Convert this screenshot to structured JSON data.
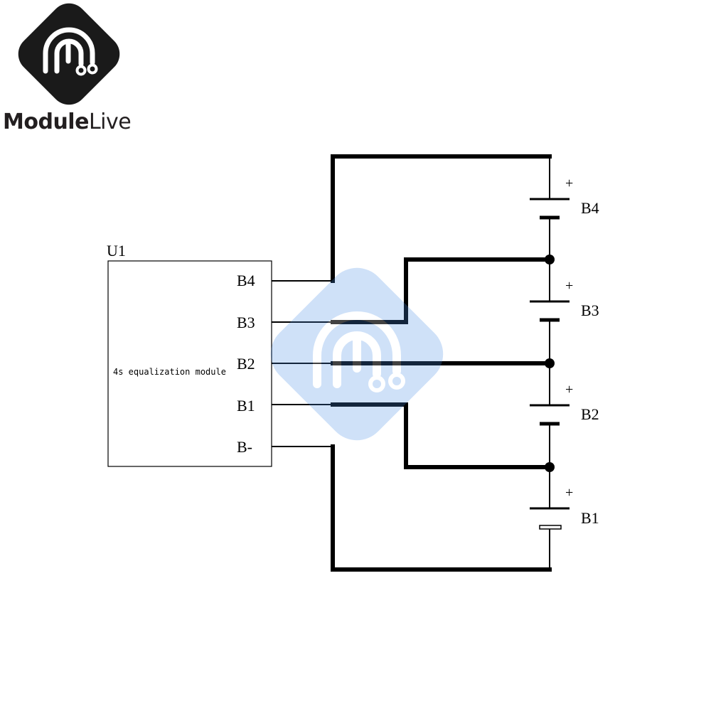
{
  "brand": {
    "name_part1": "Module",
    "name_part2": "Live",
    "logo_icon": "modulelive-logo-icon",
    "logo_color": "#1a1a1a",
    "watermark_color": "#4a8fe6"
  },
  "diagram": {
    "component_ref": "U1",
    "module_label": "4s equalization module",
    "pins": [
      "B4",
      "B3",
      "B2",
      "B1",
      "B-"
    ],
    "cells": [
      {
        "name": "B4",
        "polarity": "+"
      },
      {
        "name": "B3",
        "polarity": "+"
      },
      {
        "name": "B2",
        "polarity": "+"
      },
      {
        "name": "B1",
        "polarity": "+"
      }
    ]
  }
}
